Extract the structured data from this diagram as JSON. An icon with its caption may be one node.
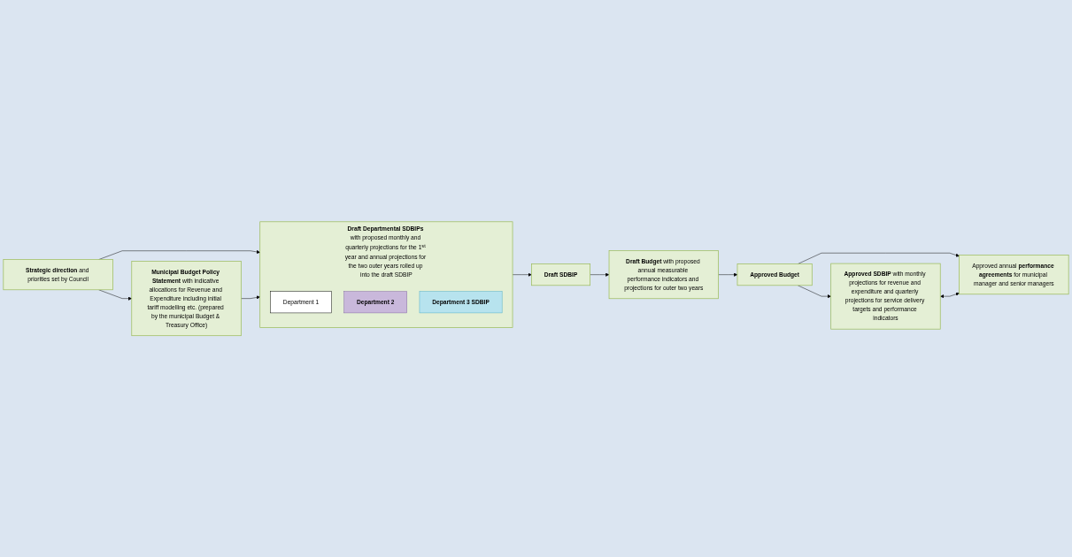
{
  "diagram": {
    "nodes": [
      {
        "text": [
          "**Strategic direction** and priorities set by Council"
        ]
      },
      {
        "text": [
          "**Draft Departmental SDBIPs** with proposed monthly and quarterly projections for the 1$^{st}$ year and annual projections for the two outer years rolled up into the draft SDBIP"
        ]
      },
      {
        "text": [
          "Department 1"
        ],
        "in": 1
      },
      {
        "text": [
          "Department 2"
        ],
        "in": 1
      },
      {
        "text": [
          "Department 3 SDBIP"
        ],
        "in": 1
      },
      {
        "text": [
          "**Draft Budget** with proposed annual measurable performance indicators and projections for outer two years"
        ]
      },
      {
        "text": [
          "Approved Budget"
        ]
      },
      {
        "text": [
          "**Municipal Budget Policy Statement** with indicative allocations for Revenue and Expenditure including initial tariff modelling etc. (prepared by the municipal Budget & Treasury Office)"
        ]
      },
      {
        "text": [
          "Draft SDBIP"
        ]
      },
      {
        "text": [
          "**Approved SDBIP** with monthly projections for revenue and expenditure and quarterly projections for service delivery targets and performance indicators"
        ]
      },
      {
        "text": [
          "Approved annual **performance agreements** for municipal manager and senior managers"
        ]
      }
    ],
    "edges": [
      {
        "from": 0,
        "to": 1,
        "arrow": "to"
      },
      {
        "from": 0,
        "to": 7,
        "arrow": "to"
      },
      {
        "from": 7,
        "to": 1,
        "arrow": "to"
      },
      {
        "from": 1,
        "to": 8,
        "arrow": "to"
      },
      {
        "from": 8,
        "to": 5,
        "arrow": "to"
      },
      {
        "from": 5,
        "to": 6,
        "arrow": "to"
      },
      {
        "from": 6,
        "to": 9,
        "arrow": "to"
      },
      {
        "from": 6,
        "to": 10,
        "arrow": "to"
      },
      {
        "from": 9,
        "to": 10,
        "arrow": "both"
      }
    ]
  }
}
